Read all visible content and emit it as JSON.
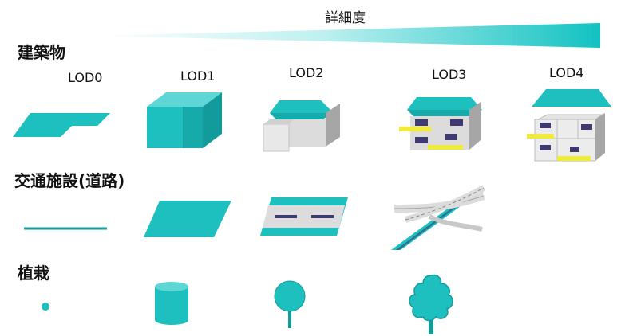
{
  "header": {
    "detail_label": "詳細度"
  },
  "sections": {
    "buildings": "建築物",
    "transport": "交通施設(道路)",
    "vegetation": "植栽"
  },
  "lod_labels": [
    "LOD0",
    "LOD1",
    "LOD2",
    "LOD3",
    "LOD4"
  ],
  "colors": {
    "teal": "#1dbfbf",
    "teal_dark": "#139a9a",
    "teal_light": "#5fd6d6",
    "grey_wall": "#d9d9d9",
    "grey_dark": "#a6a6a6",
    "window": "#3d3b70",
    "balcony": "#f0ea3a"
  },
  "icons": [
    "building-lod0-icon",
    "building-lod1-icon",
    "building-lod2-icon",
    "building-lod3-icon",
    "building-lod4-icon",
    "road-lod0-icon",
    "road-lod1-icon",
    "road-lod2-icon",
    "road-lod3-icon",
    "vegetation-lod0-icon",
    "vegetation-lod1-icon",
    "vegetation-lod2-icon",
    "vegetation-lod3-icon"
  ]
}
